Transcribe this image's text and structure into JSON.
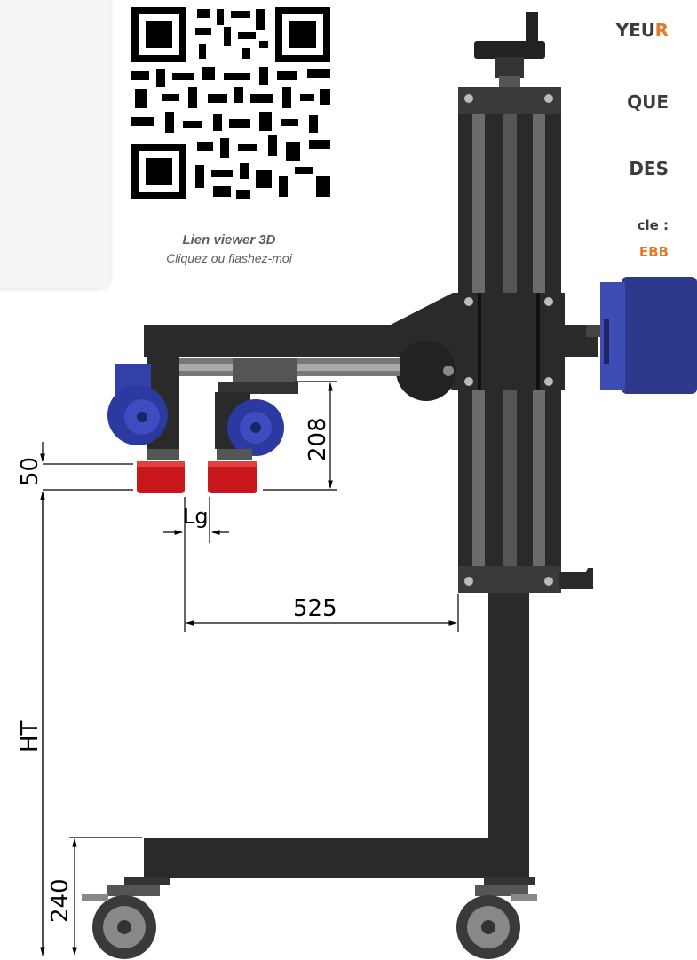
{
  "card": {
    "line1": "YEU",
    "line1_accent": "R",
    "line2": "QUE",
    "line3": "DES",
    "line4": "cle :",
    "line5": "EBB"
  },
  "qr": {
    "caption_title": "Lien viewer 3D",
    "caption_sub": "Cliquez ou flashez-moi"
  },
  "dimensions": {
    "d50": "50",
    "d208": "208",
    "lg": "Lg",
    "d525": "525",
    "ht": "HT",
    "d240": "240"
  },
  "colors": {
    "accent": "#e07a2c",
    "frame": "#2a2a2a",
    "motor": "#3240a8",
    "pad": "#c8171c"
  }
}
